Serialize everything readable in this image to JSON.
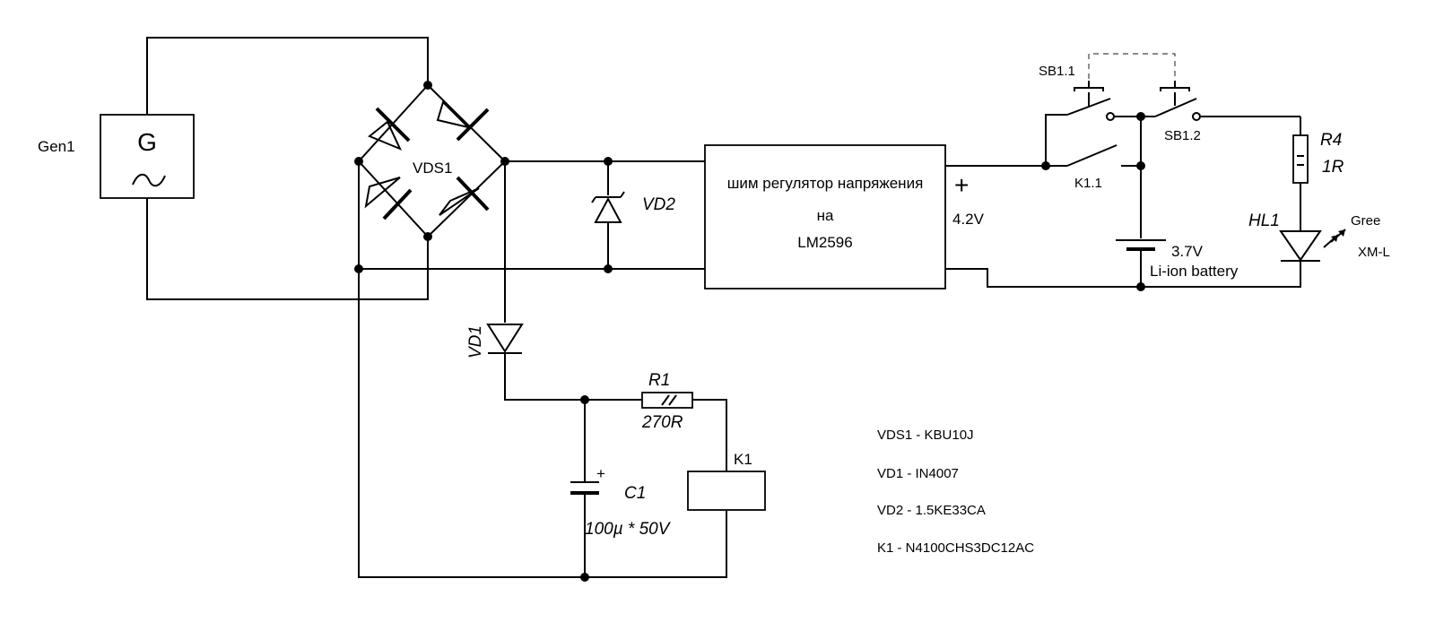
{
  "components": {
    "generator": {
      "ref": "Gen1",
      "symbol": "G"
    },
    "bridge": {
      "ref": "VDS1"
    },
    "vd2": {
      "ref": "VD2"
    },
    "vd1": {
      "ref": "VD1"
    },
    "regulator": {
      "line1": "шим регулятор напряжения",
      "line2": "на",
      "line3": "LM2596"
    },
    "reg_output": {
      "plus": "+",
      "voltage": "4.2V"
    },
    "sb11": {
      "ref": "SB1.1"
    },
    "sb12": {
      "ref": "SB1.2"
    },
    "k11": {
      "ref": "K1.1"
    },
    "battery": {
      "voltage": "3.7V",
      "type": "Li-ion battery"
    },
    "r4": {
      "ref": "R4",
      "value": "1R"
    },
    "hl1": {
      "ref": "HL1",
      "color": "Gree",
      "model": "XM-L"
    },
    "r1": {
      "ref": "R1",
      "value": "270R"
    },
    "c1": {
      "ref": "C1",
      "value": "100µ * 50V",
      "plus": "+"
    },
    "k1": {
      "ref": "K1"
    }
  },
  "parts_list": [
    "VDS1 - KBU10J",
    "VD1 - IN4007",
    "VD2 - 1.5KE33CA",
    "K1 - N4100CHS3DC12AC"
  ]
}
